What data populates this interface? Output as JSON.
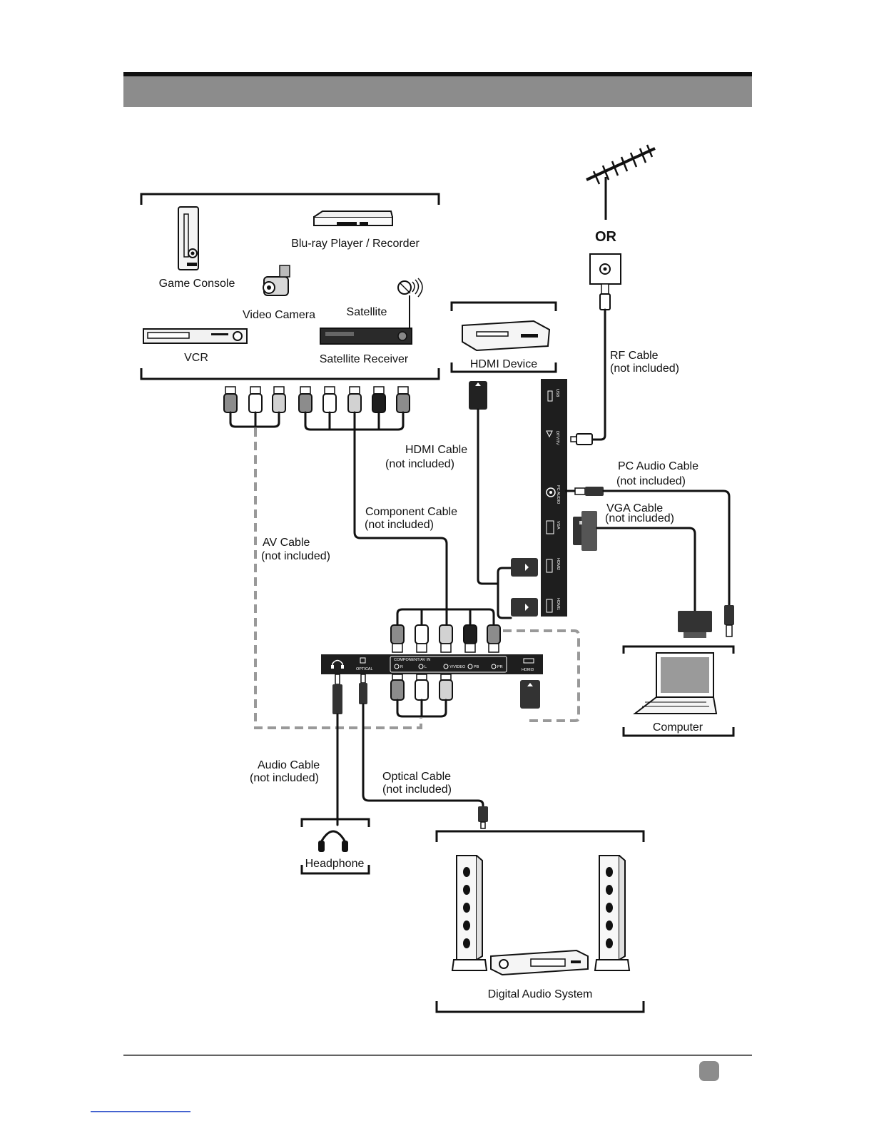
{
  "header": {
    "band_color": "#8c8c8c",
    "rule_color": "#111111"
  },
  "antenna": {
    "or_label": "OR"
  },
  "devices": {
    "bluray": "Blu-ray Player / Recorder",
    "game_console": "Game Console",
    "video_camera": "Video Camera",
    "satellite": "Satellite",
    "vcr": "VCR",
    "satellite_receiver": "Satellite Receiver",
    "hdmi_device": "HDMI Device",
    "computer": "Computer",
    "headphone": "Headphone",
    "digital_audio": "Digital Audio System"
  },
  "cables": {
    "rf": [
      "RF Cable",
      "(not included)"
    ],
    "hdmi": [
      "HDMI Cable",
      "(not included)"
    ],
    "pc_audio": [
      "PC Audio Cable",
      "(not included)"
    ],
    "vga": [
      "VGA Cable",
      "(not included)"
    ],
    "component": [
      "Component Cable",
      "(not included)"
    ],
    "av": [
      "AV Cable",
      "(not included)"
    ],
    "audio": [
      "Audio Cable",
      "(not included)"
    ],
    "optical": [
      "Optical Cable",
      "(not included)"
    ]
  },
  "side_panel_ports": [
    "USB",
    "DTV/TV",
    "PC AUDIO",
    "VGA",
    "HDMI2",
    "HDMI1"
  ],
  "bottom_panel_ports": [
    "OPTICAL",
    "COMPONENT/AV IN",
    "R",
    "L",
    "Y/VIDEO",
    "PB",
    "PR",
    "HDMI3"
  ],
  "plug_colors": {
    "gray": "#8c8c8c",
    "white": "#ffffff",
    "light": "#d2d2d2",
    "black": "#1e1e1e"
  }
}
